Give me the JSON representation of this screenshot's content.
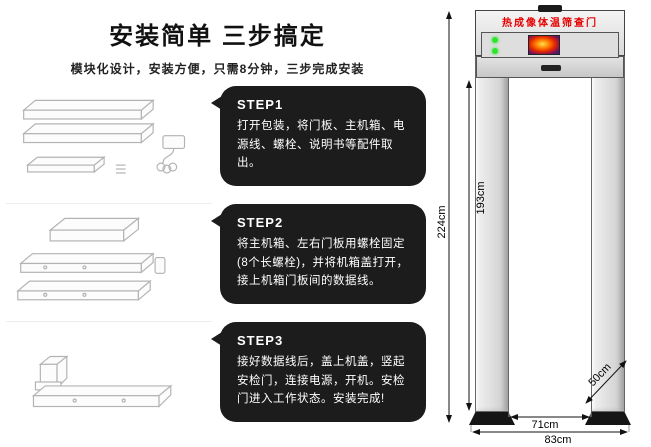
{
  "left": {
    "title": "安装简单 三步搞定",
    "subtitle": "模块化设计，安装方便，只需8分钟，三步完成安装",
    "steps": [
      {
        "label": "STEP1",
        "text": "打开包装，将门板、主机箱、电源线、螺栓、说明书等配件取出。"
      },
      {
        "label": "STEP2",
        "text": "将主机箱、左右门板用螺栓固定(8个长螺栓)，并将机箱盖打开，接上机箱门板间的数据线。"
      },
      {
        "label": "STEP3",
        "text": "接好数据线后，盖上机盖，竖起安检门，连接电源，开机。安检门进入工作状态。安装完成!"
      }
    ]
  },
  "door": {
    "header_text": "热成像体温筛查门",
    "dimensions": {
      "total_height": "224cm",
      "inner_height": "193cm",
      "depth": "50cm",
      "inner_width": "71cm",
      "outer_width": "83cm"
    }
  },
  "colors": {
    "bubble_bg": "#1c1c1c",
    "door_title_red": "#e60000",
    "led_green": "#2ee62e"
  }
}
